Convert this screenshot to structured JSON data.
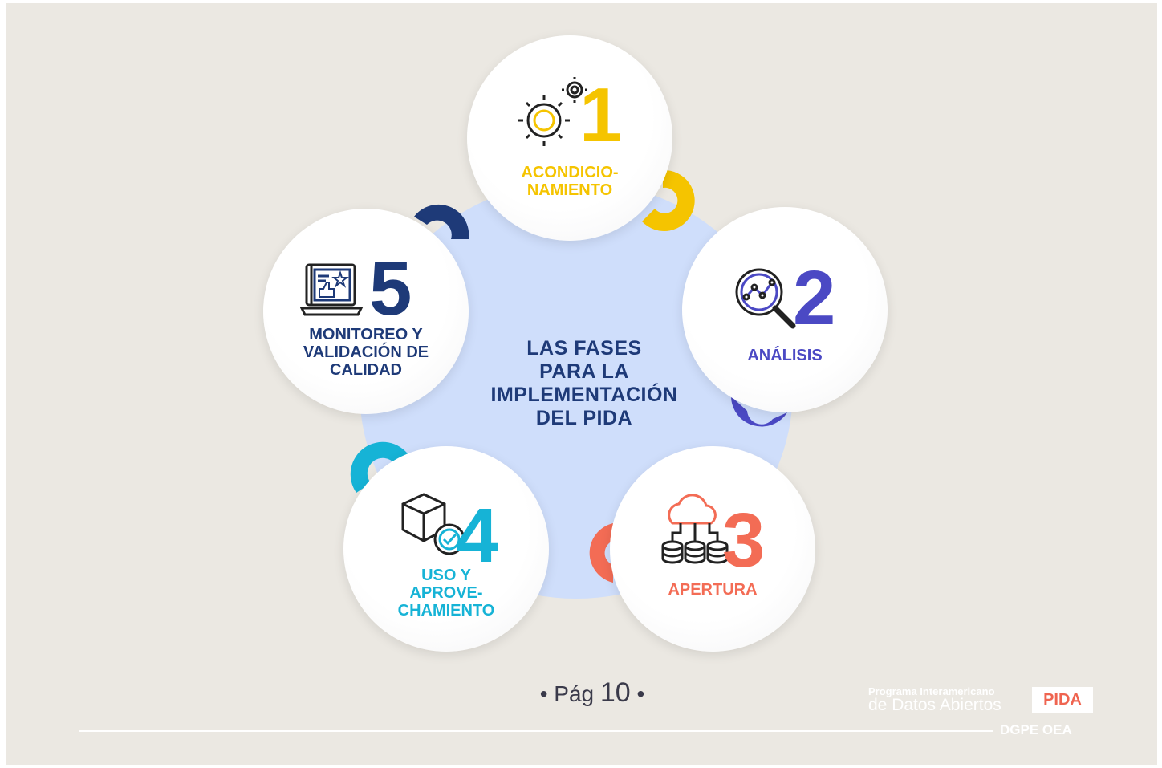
{
  "center_title": {
    "line1": "LAS FASES",
    "line2": "PARA LA",
    "line3": "IMPLEMENTACIÓN",
    "line4": "DEL PIDA"
  },
  "phases": [
    {
      "number": "1",
      "label_lines": [
        "ACONDICIO-",
        "NAMIENTO"
      ],
      "color": "#f5c400",
      "icon": "gears-icon"
    },
    {
      "number": "2",
      "label_lines": [
        "ANÁLISIS"
      ],
      "color": "#4b49c4",
      "icon": "magnifier-chart-icon"
    },
    {
      "number": "3",
      "label_lines": [
        "APERTURA"
      ],
      "color": "#f36c55",
      "icon": "cloud-database-icon"
    },
    {
      "number": "4",
      "label_lines": [
        "USO Y",
        "APROVE-",
        "CHAMIENTO"
      ],
      "color": "#16b3d6",
      "icon": "box-check-icon"
    },
    {
      "number": "5",
      "label_lines": [
        "MONITOREO Y",
        "VALIDACIÓN DE",
        "CALIDAD"
      ],
      "color": "#1e3a78",
      "icon": "laptop-feedback-icon"
    }
  ],
  "footer": {
    "page_prefix": "• Pág",
    "page_number": "10",
    "page_suffix": "•",
    "program_line1": "Programa Interamericano",
    "program_line2": "de Datos Abiertos",
    "pida_badge": "PIDA",
    "org": "DGPE OEA"
  },
  "colors": {
    "background": "#ebe8e2",
    "center_disc": "#cfdefb",
    "center_text": "#1e3a78"
  }
}
